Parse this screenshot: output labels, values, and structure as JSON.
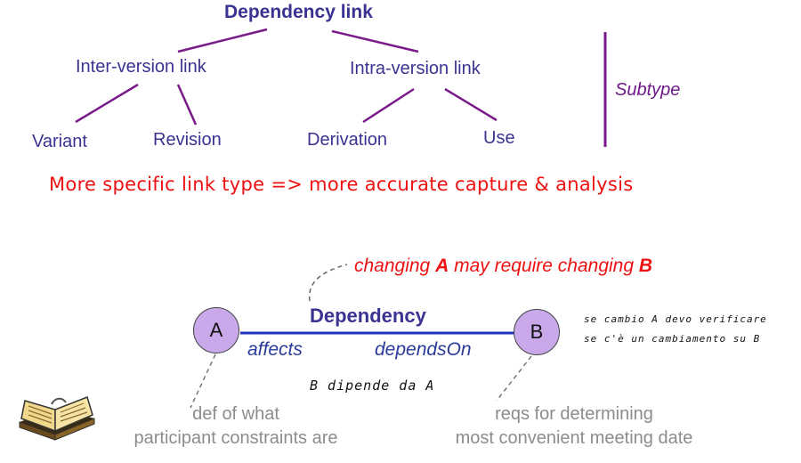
{
  "hierarchy": {
    "root": "Dependency link",
    "left": {
      "label": "Inter-version link",
      "children": [
        "Variant",
        "Revision"
      ]
    },
    "right": {
      "label": "Intra-version link",
      "children": [
        "Derivation",
        "Use"
      ]
    },
    "side_label": "Subtype"
  },
  "note": "More specific link type  =>  more accurate capture & analysis",
  "relation": {
    "callout_prefix": "changing ",
    "callout_a": "A",
    "callout_mid": " may require changing ",
    "callout_b": "B",
    "title": "Dependency",
    "node_a": "A",
    "node_b": "B",
    "role_a": "affects",
    "role_b": "dependsOn",
    "note_a_line1": "def of what",
    "note_a_line2": "participant constraints are",
    "note_b_line1": "reqs for determining",
    "note_b_line2": "most convenient meeting date"
  },
  "handwriting": {
    "under_line": "B dipende da A",
    "right_line1": "se cambio A devo verificare",
    "right_line2": "se c'è un cambiamento su B"
  },
  "colors": {
    "tree_text": "#3a3392",
    "tree_lines": "#7a1a8a",
    "red_text": "#ee1111",
    "node_fill": "#c9a9ea",
    "grey_text": "#8c8c8c"
  },
  "icons": [
    "book-icon"
  ]
}
